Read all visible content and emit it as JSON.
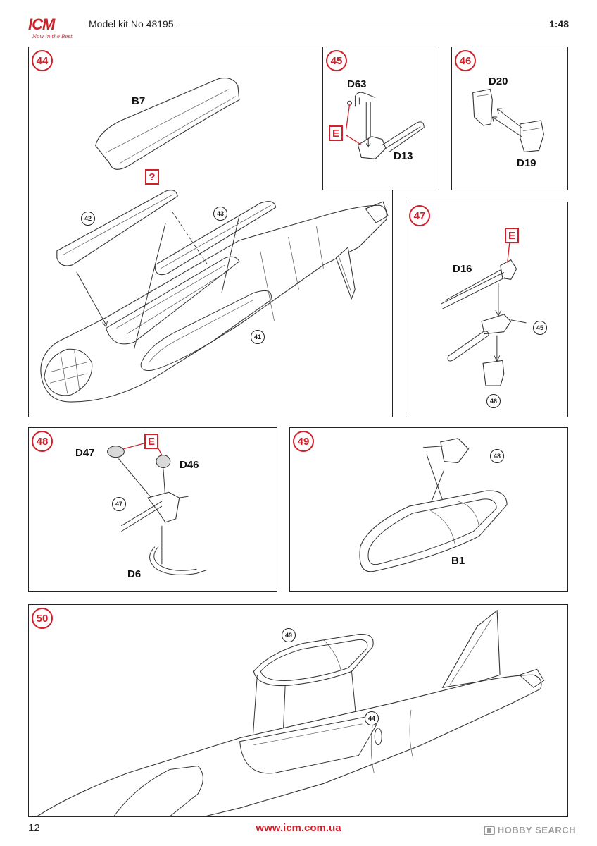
{
  "header": {
    "brand": "ICM",
    "tagline": "Now in the Best",
    "model_kit": "Model kit No 48195",
    "scale": "1:48"
  },
  "steps": {
    "s44": {
      "number": "44",
      "parts": [
        "B7"
      ],
      "unknown_color_mark": "?",
      "refs": [
        "42",
        "43",
        "41"
      ]
    },
    "s45": {
      "number": "45",
      "parts": [
        "D63",
        "D13"
      ],
      "color_mark": "E"
    },
    "s46": {
      "number": "46",
      "parts": [
        "D20",
        "D19"
      ]
    },
    "s47": {
      "number": "47",
      "parts": [
        "D16"
      ],
      "color_mark": "E",
      "refs": [
        "45",
        "46"
      ]
    },
    "s48": {
      "number": "48",
      "parts": [
        "D47",
        "D46",
        "D6"
      ],
      "color_mark": "E",
      "refs": [
        "47"
      ]
    },
    "s49": {
      "number": "49",
      "parts": [
        "B1"
      ],
      "refs": [
        "48"
      ]
    },
    "s50": {
      "number": "50",
      "refs": [
        "49",
        "44"
      ]
    }
  },
  "footer": {
    "page": "12",
    "url": "www.icm.com.ua",
    "watermark": "HOBBY SEARCH"
  },
  "colors": {
    "accent_red": "#d0202a",
    "line": "#222222"
  }
}
